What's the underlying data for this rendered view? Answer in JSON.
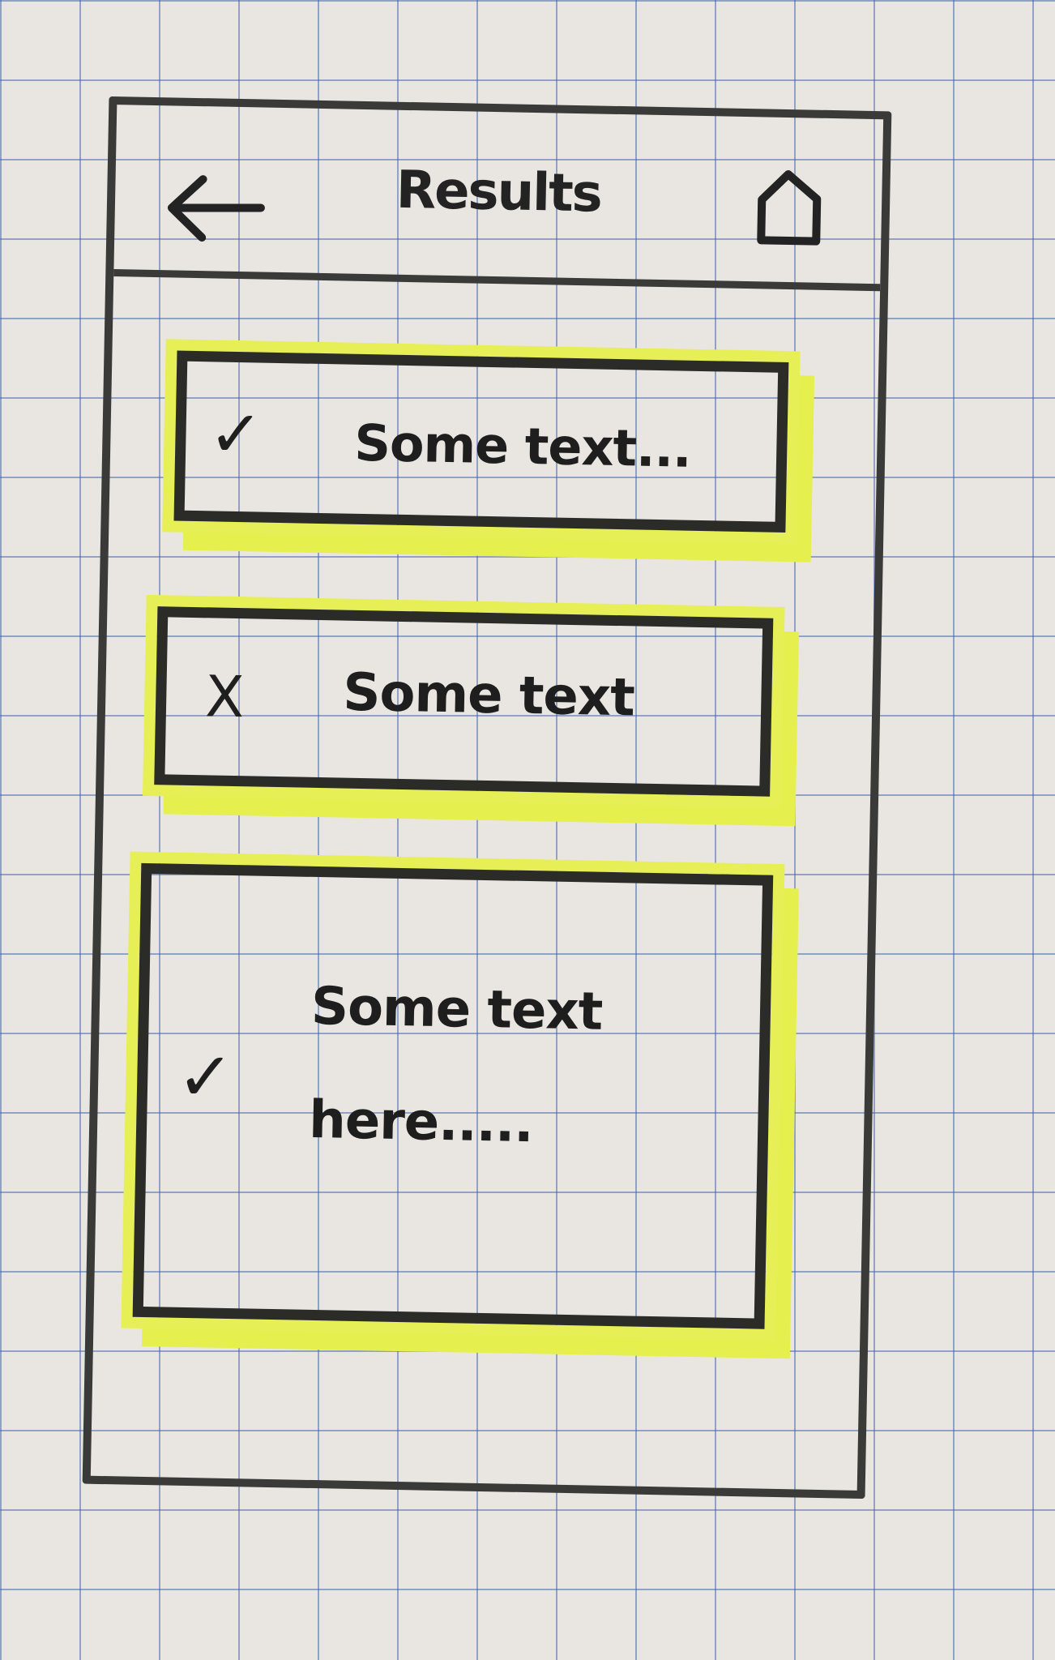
{
  "header": {
    "title": "Results",
    "back_icon": "arrow-left-icon",
    "home_icon": "home-icon"
  },
  "results": [
    {
      "status_icon": "check-icon",
      "status_glyph": "✓",
      "text": "Some text..."
    },
    {
      "status_icon": "cross-icon",
      "status_glyph": "X",
      "text": "Some text"
    },
    {
      "status_icon": "check-icon",
      "status_glyph": "✓",
      "text": "Some text here....."
    }
  ],
  "colors": {
    "ink": "#2b2c27",
    "highlight": "#e6ef55",
    "grid": "#4669af",
    "paper": "#e9e6e1"
  }
}
